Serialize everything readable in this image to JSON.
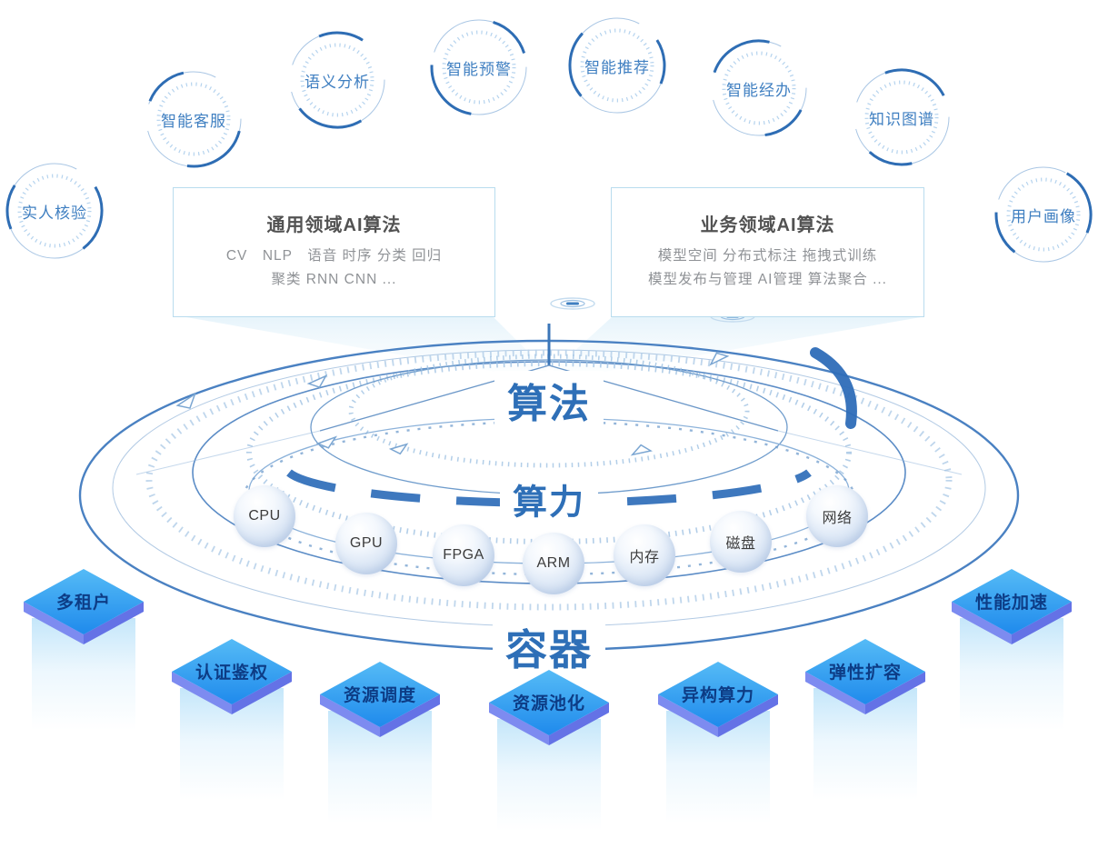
{
  "badges": [
    {
      "label": "实人核验"
    },
    {
      "label": "智能客服"
    },
    {
      "label": "语义分析"
    },
    {
      "label": "智能预警"
    },
    {
      "label": "智能推荐"
    },
    {
      "label": "智能经办"
    },
    {
      "label": "知识图谱"
    },
    {
      "label": "用户画像"
    }
  ],
  "cards": [
    {
      "title": "通用领域AI算法",
      "line1": "CV　NLP　语音 时序 分类 回归",
      "line2": "聚类 RNN CNN ..."
    },
    {
      "title": "业务领域AI算法",
      "line1": "模型空间 分布式标注 拖拽式训练",
      "line2": "模型发布与管理 AI管理 算法聚合 ..."
    }
  ],
  "layers": {
    "algorithm": "算法",
    "computing": "算力",
    "container": "容器"
  },
  "spheres": [
    {
      "label": "CPU"
    },
    {
      "label": "GPU"
    },
    {
      "label": "FPGA"
    },
    {
      "label": "ARM"
    },
    {
      "label": "内存"
    },
    {
      "label": "磁盘"
    },
    {
      "label": "网络"
    }
  ],
  "tiles": [
    {
      "label": "多租户"
    },
    {
      "label": "认证鉴权"
    },
    {
      "label": "资源调度"
    },
    {
      "label": "资源池化"
    },
    {
      "label": "异构算力"
    },
    {
      "label": "弹性扩容"
    },
    {
      "label": "性能加速"
    }
  ],
  "colors": {
    "ring_blue": "#4a81c2",
    "bold_dash_blue": "#2e6db8",
    "tick_light": "#b8d2ea",
    "badge_text": "#3f7fc1",
    "layer_text": "#2e6fb7",
    "tile_top": "#2ba2f1",
    "tile_side": "#7280ea",
    "tile_text": "#0d3c85",
    "card_border": "#b9dcee",
    "card_title": "#525252",
    "card_body": "#8f9296"
  }
}
